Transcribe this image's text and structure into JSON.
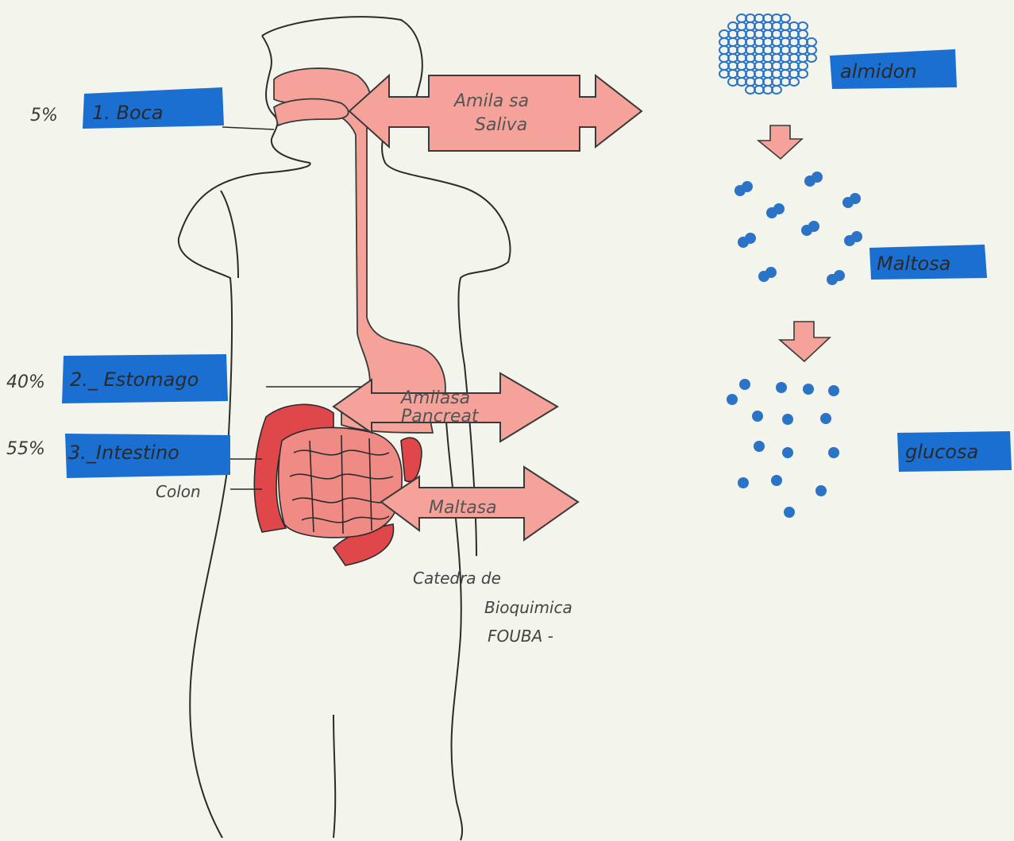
{
  "labels": {
    "boca": {
      "pct": "5%",
      "text": "1. Boca"
    },
    "estomago": {
      "pct": "40%",
      "text": "2._ Estomago"
    },
    "intestino": {
      "pct": "55%",
      "text": "3._Intestino"
    },
    "colon": "Colon"
  },
  "arrows": {
    "saliva": {
      "line1": "Amila sa",
      "line2": "Saliva"
    },
    "pancreat": {
      "line1": "Amilasa",
      "line2": "Pancreat"
    },
    "maltasa": {
      "line1": "Maltasa"
    }
  },
  "molecules": {
    "almidon": "almidon",
    "maltosa": "Maltosa",
    "glucosa": "glucosa"
  },
  "credit": {
    "line1": "Catedra de",
    "line2": "Bioquimica",
    "line3": "FOUBA -"
  },
  "colors": {
    "paper": "#f3f4ec",
    "blue_marker": "#1b6fd0",
    "pink_marker": "#f5a39a",
    "red_marker": "#e0474a",
    "dot_blue": "#2b73c7",
    "ink": "#2b2b2b"
  }
}
